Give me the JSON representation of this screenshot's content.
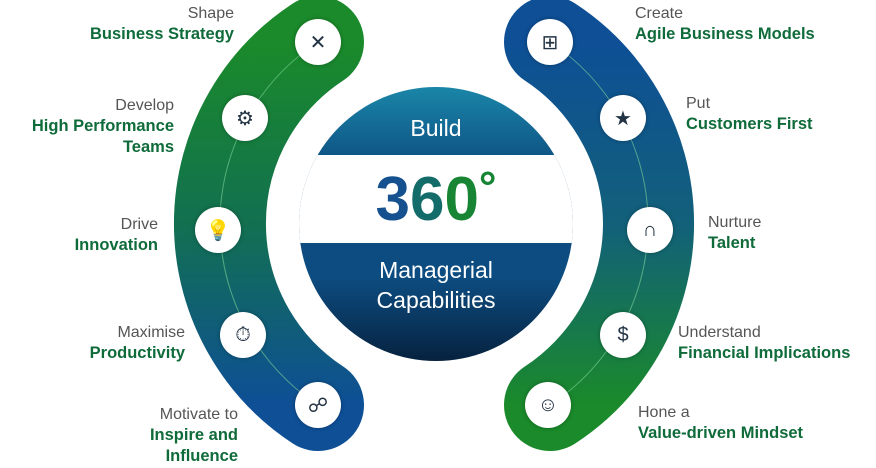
{
  "center": {
    "top": "Build",
    "number": [
      "3",
      "6",
      "0",
      "°"
    ],
    "bottom_line1": "Managerial",
    "bottom_line2": "Capabilities"
  },
  "left": [
    {
      "verb": "Shape",
      "title": "Business Strategy",
      "icon": "strategy-icon"
    },
    {
      "verb": "Develop",
      "title": "High Performance Teams",
      "icon": "team-gear-icon"
    },
    {
      "verb": "Drive",
      "title": "Innovation",
      "icon": "brain-bulb-icon"
    },
    {
      "verb": "Maximise",
      "title": "Productivity",
      "icon": "clock-chart-icon"
    },
    {
      "verb": "Motivate to",
      "title": "Inspire and Influence",
      "icon": "network-person-icon"
    }
  ],
  "right": [
    {
      "verb": "Create",
      "title": "Agile Business Models",
      "icon": "flowchart-icon"
    },
    {
      "verb": "Put",
      "title": "Customers First",
      "icon": "customers-stars-icon"
    },
    {
      "verb": "Nurture",
      "title": "Talent",
      "icon": "magnet-people-icon"
    },
    {
      "verb": "Understand",
      "title": "Financial Implications",
      "icon": "dollar-cycle-icon"
    },
    {
      "verb": "Hone a",
      "title": "Value-driven Mindset",
      "icon": "head-circuit-icon"
    }
  ]
}
